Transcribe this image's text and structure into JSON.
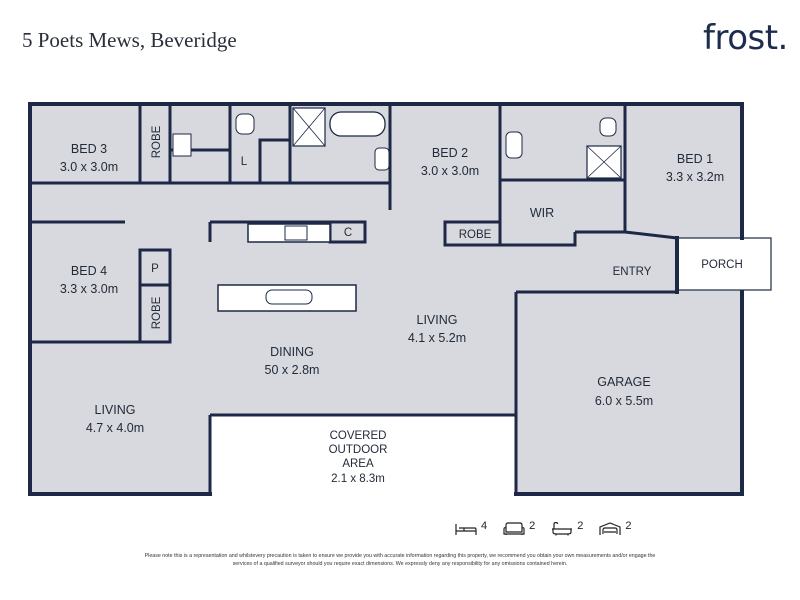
{
  "header": {
    "address": "5 Poets Mews, Beveridge",
    "logo": "frost."
  },
  "rooms": {
    "bed3": {
      "name": "BED 3",
      "size": "3.0 x 3.0m"
    },
    "bed2": {
      "name": "BED 2",
      "size": "3.0 x 3.0m"
    },
    "bed1": {
      "name": "BED 1",
      "size": "3.3 x 3.2m"
    },
    "bed4": {
      "name": "BED 4",
      "size": "3.3 x 3.0m"
    },
    "dining": {
      "name": "DINING",
      "size": "50 x 2.8m"
    },
    "living_center": {
      "name": "LIVING",
      "size": "4.1 x 5.2m"
    },
    "living_left": {
      "name": "LIVING",
      "size": "4.7 x 4.0m"
    },
    "garage": {
      "name": "GARAGE",
      "size": "6.0 x 5.5m"
    },
    "outdoor": {
      "line1": "COVERED",
      "line2": "OUTDOOR",
      "line3": "AREA",
      "size": "2.1 x 8.3m"
    },
    "robe_bed3": "ROBE",
    "robe_bed2": "ROBE",
    "robe_bed4": "ROBE",
    "laundry": "L",
    "pantry": "P",
    "cupboard": "C",
    "wir": "WIR",
    "entry": "ENTRY",
    "porch": "PORCH"
  },
  "stats": {
    "bedrooms": {
      "icon": "bed-icon",
      "value": "4"
    },
    "living": {
      "icon": "sofa-icon",
      "value": "2"
    },
    "bathrooms": {
      "icon": "bath-icon",
      "value": "2"
    },
    "garage": {
      "icon": "car-icon",
      "value": "2"
    }
  },
  "disclaimer": "Please note this is a representation and whilstevery precaution is taken to ensure we provide you with accurate information regarding this property, we recommend you obtain your own measurements and/or engage the services of a qualified surveyor should you require exact dimensions. We expressly deny any responsibility for any omissions contained herein.",
  "colors": {
    "wall": "#1c2846",
    "floor": "#d7d9de",
    "outdoor": "#ffffff"
  }
}
